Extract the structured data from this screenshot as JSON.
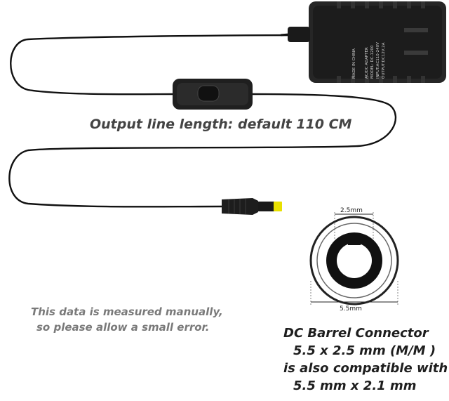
{
  "captions": {
    "length": "Output line length: default 110 CM",
    "note_line1": "This data is measured manually,",
    "note_line2": "so please allow a small error.",
    "connector_line1": "DC Barrel Connector",
    "connector_line2": "5.5 x 2.5 mm (M/M )",
    "connector_line3": "is also compatible with",
    "connector_line4": "5.5 mm x 2.1 mm"
  },
  "diagram": {
    "inner_diameter": "2.5mm",
    "outer_diameter": "5.5mm"
  },
  "adapter_label": {
    "title": "AC/DC ADAPTER",
    "model": "MODEL: DC-1200",
    "input": "INPUT:AC110-240V",
    "output": "OUTPUT:DC12V,2A",
    "origin": "MADE IN CHINA"
  },
  "colors": {
    "cable": "#111111",
    "adapter_body": "#222222",
    "tip": "#e8e000",
    "ring": "#222222"
  }
}
